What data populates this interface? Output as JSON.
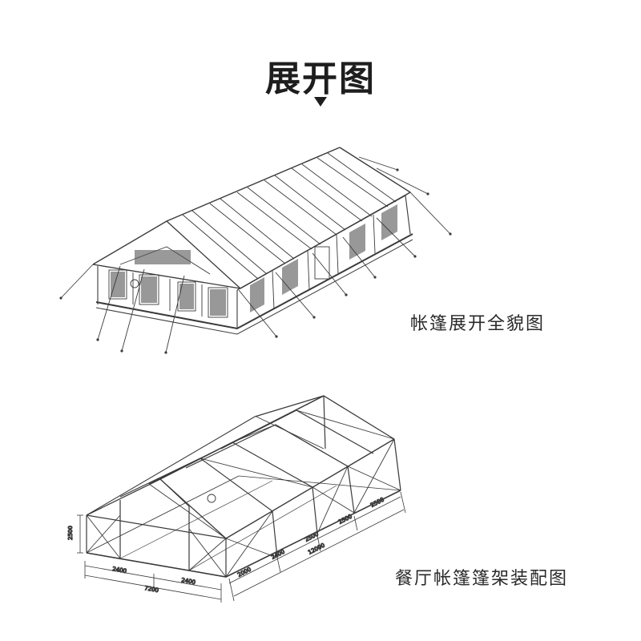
{
  "header": {
    "title": "展开图",
    "marker_icon": "down-triangle-icon"
  },
  "figure1": {
    "caption": "帐篷展开全貌图"
  },
  "figure2": {
    "caption": "餐厅帐篷篷架装配图",
    "dimensions": {
      "height": "2500",
      "gable_left": "2400",
      "gable_right": "2400",
      "gable_total": "7200",
      "bay1": "2000",
      "bay2": "2400",
      "bay3": "2500",
      "bay4": "2500",
      "bay5": "2500",
      "total_length": "12000"
    }
  },
  "colors": {
    "line": "#3a3a3a",
    "text": "#222222",
    "background": "#ffffff"
  }
}
